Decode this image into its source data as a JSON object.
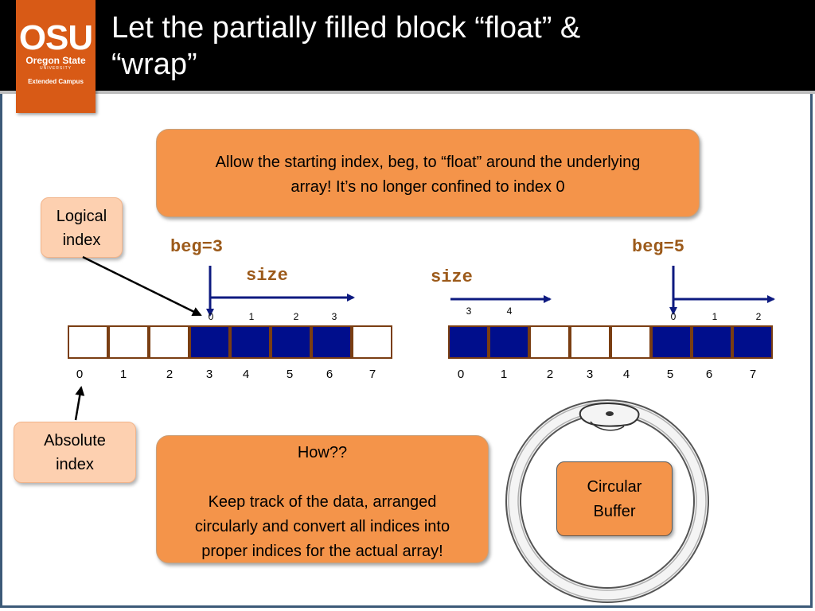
{
  "header": {
    "title_line1": "Let the partially filled block “float” &",
    "title_line2": "“wrap”",
    "logo": {
      "osu": "OSU",
      "oregon_state": "Oregon State",
      "university": "UNIVERSITY",
      "extended_campus": "Extended Campus"
    }
  },
  "callouts": {
    "top_line1": "Allow the starting index, beg, to “float” around the underlying",
    "top_line2": "array!  It’s no longer confined to index 0",
    "logical_line1": "Logical",
    "logical_line2": "index",
    "absolute_line1": "Absolute",
    "absolute_line2": "index",
    "how_line1": "How??",
    "how_line2": "Keep track of the data, arranged",
    "how_line3": "circularly and convert all indices into",
    "how_line4": "proper indices for the actual array!",
    "circular_line1": "Circular",
    "circular_line2": "Buffer"
  },
  "left_array": {
    "beg_label": "beg=3",
    "size_label": "size",
    "cells": [
      "empty",
      "empty",
      "empty",
      "filled",
      "filled",
      "filled",
      "filled",
      "empty"
    ],
    "absolute_indices": [
      "0",
      "1",
      "2",
      "3",
      "4",
      "5",
      "6",
      "7"
    ],
    "logical_indices": [
      "0",
      "1",
      "2",
      "3"
    ]
  },
  "right_array": {
    "beg_label": "beg=5",
    "size_label": "size",
    "cells": [
      "filled",
      "filled",
      "empty",
      "empty",
      "empty",
      "filled",
      "filled",
      "filled"
    ],
    "absolute_indices": [
      "0",
      "1",
      "2",
      "3",
      "4",
      "5",
      "6",
      "7"
    ],
    "logical_indices_wrapped": [
      "3",
      "4"
    ],
    "logical_indices_start": [
      "0",
      "1",
      "2"
    ]
  },
  "colors": {
    "filled_cell": "#000e8c",
    "cell_border": "#7a3e12",
    "callout_orange": "#f4944a",
    "callout_light": "#fdd0b0",
    "code_brown": "#9c5a1a",
    "arrow_navy": "#0d1a80",
    "logo_orange": "#d85a16"
  },
  "icons": [
    "ouroboros-snake-icon"
  ]
}
